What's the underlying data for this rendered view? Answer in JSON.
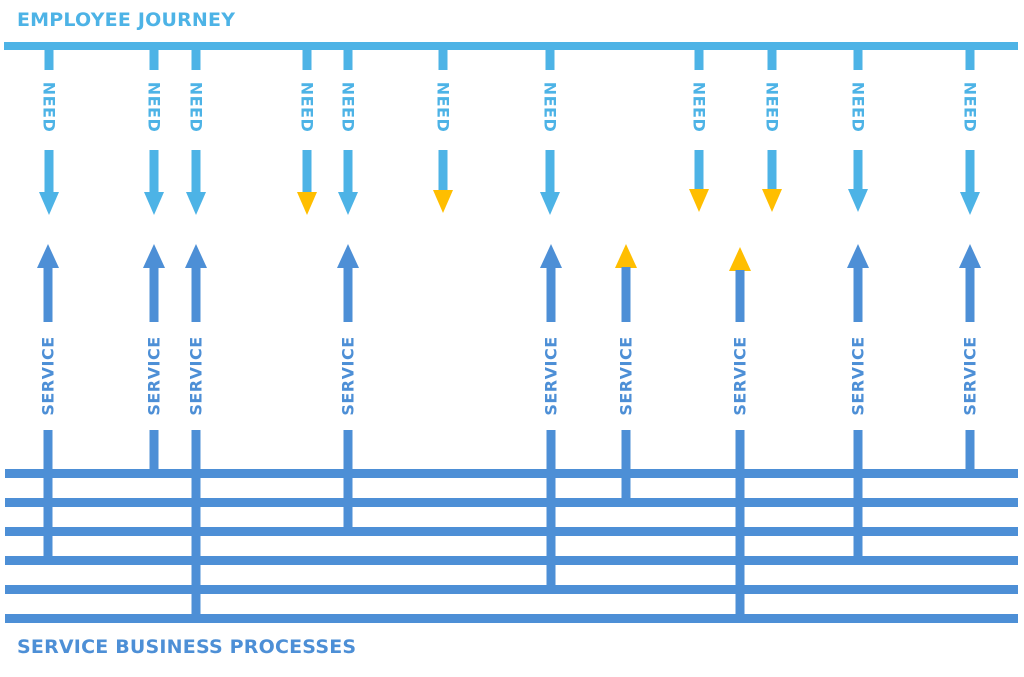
{
  "title": "EMPLOYEE JOURNEY",
  "footer": "SERVICE BUSINESS PROCESSES",
  "need_label": "NEED",
  "service_label": "SERVICE",
  "colors": {
    "journey": "#4db3e6",
    "process": "#4d8fd6",
    "highlight": "#ffbe00",
    "background": "#ffffff"
  }
}
